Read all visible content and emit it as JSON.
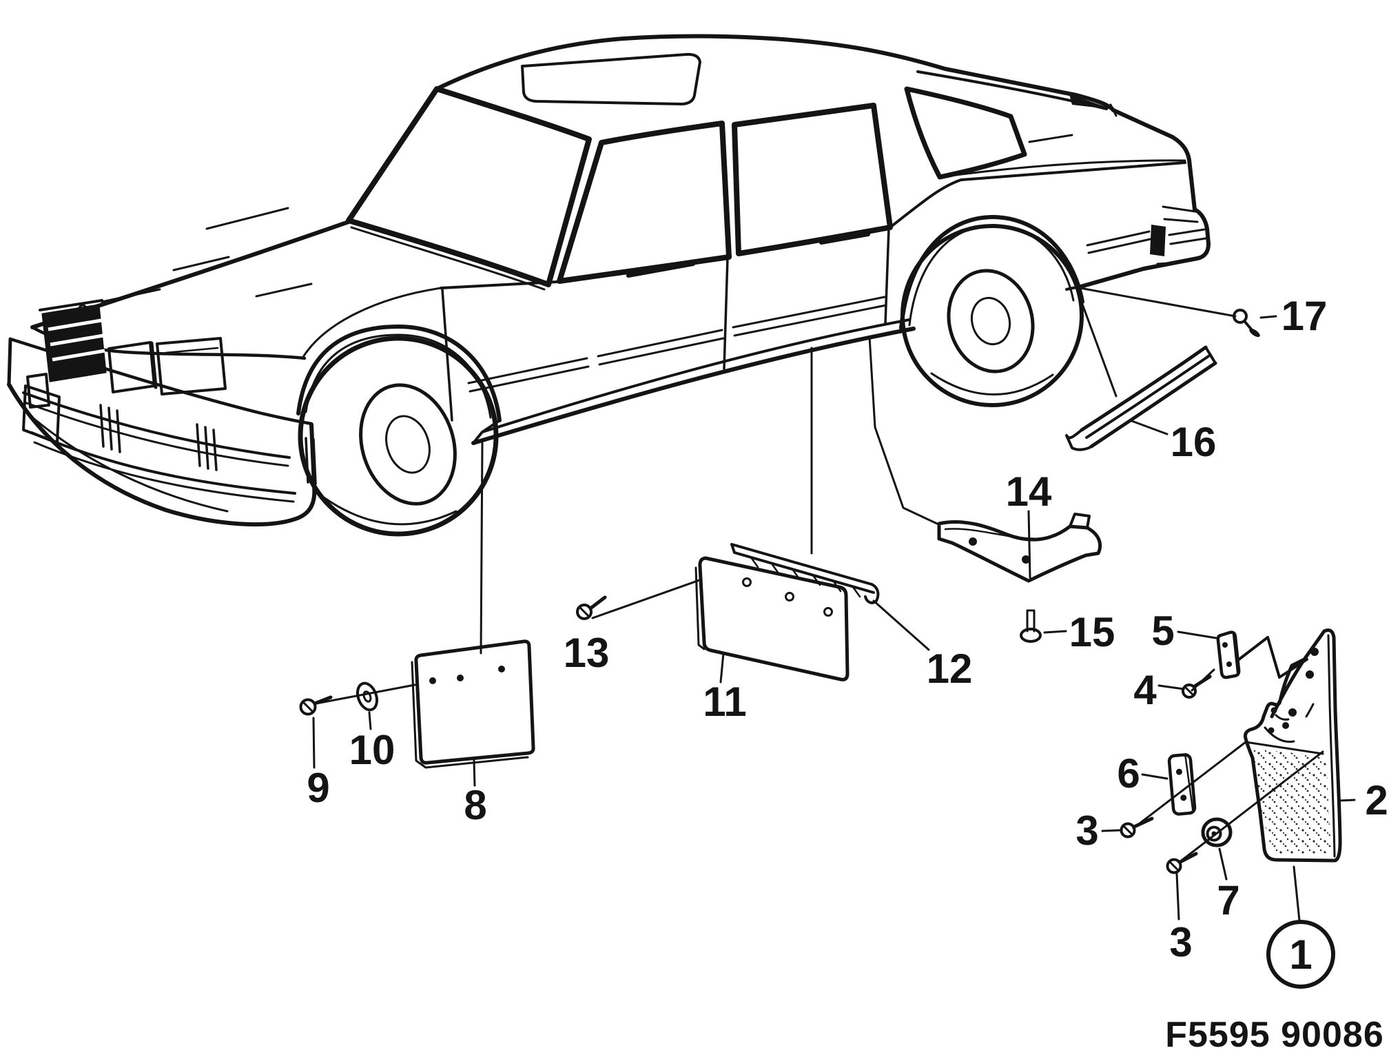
{
  "figure_code": "F5595 90086",
  "diagram": {
    "type": "exploded-parts-diagram",
    "subject": "sedan side view with mud flaps, sill trims, brackets and fasteners"
  },
  "callouts": [
    {
      "label": "17",
      "circled": false
    },
    {
      "label": "16",
      "circled": false
    },
    {
      "label": "14",
      "circled": false
    },
    {
      "label": "15",
      "circled": false
    },
    {
      "label": "12",
      "circled": false
    },
    {
      "label": "13",
      "circled": false
    },
    {
      "label": "11",
      "circled": false
    },
    {
      "label": "8",
      "circled": false
    },
    {
      "label": "9",
      "circled": false
    },
    {
      "label": "10",
      "circled": false
    },
    {
      "label": "5",
      "circled": false
    },
    {
      "label": "4",
      "circled": false
    },
    {
      "label": "6",
      "circled": false
    },
    {
      "label": "3",
      "circled": false
    },
    {
      "label": "7",
      "circled": false
    },
    {
      "label": "3",
      "circled": false
    },
    {
      "label": "2",
      "circled": false
    },
    {
      "label": "1",
      "circled": true
    }
  ]
}
